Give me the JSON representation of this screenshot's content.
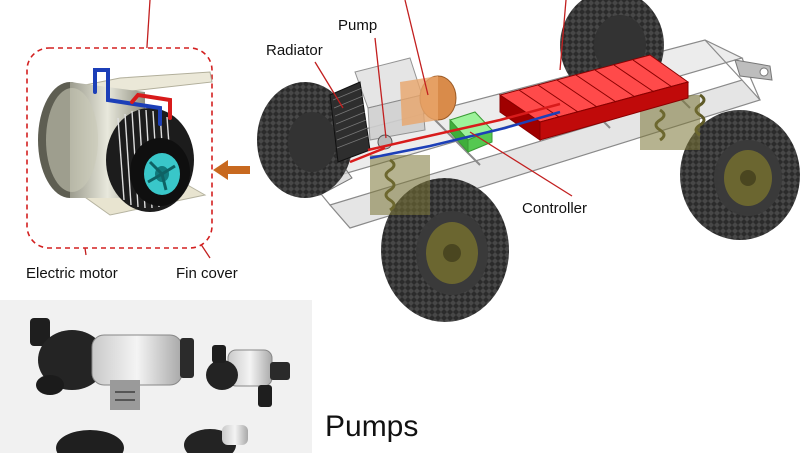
{
  "labels": {
    "pump": "Pump",
    "radiator": "Radiator",
    "controller": "Controller",
    "electric_motor": "Electric motor",
    "fin_cover": "Fin cover",
    "pumps_caption": "Pumps"
  },
  "colors": {
    "battery": "#e01515",
    "controller": "#6fe36a",
    "pump_housing": "#d98b4a",
    "dashed_frame": "#d32020",
    "arrow": "#c8691f",
    "coolant_hot": "#d81b1b",
    "coolant_cold": "#1c3fb8",
    "chassis": "#9a9a9a",
    "tyre": "#2a2a2a",
    "hub": "#6b6630"
  },
  "icons": {
    "arrow": "left-arrow-icon"
  }
}
